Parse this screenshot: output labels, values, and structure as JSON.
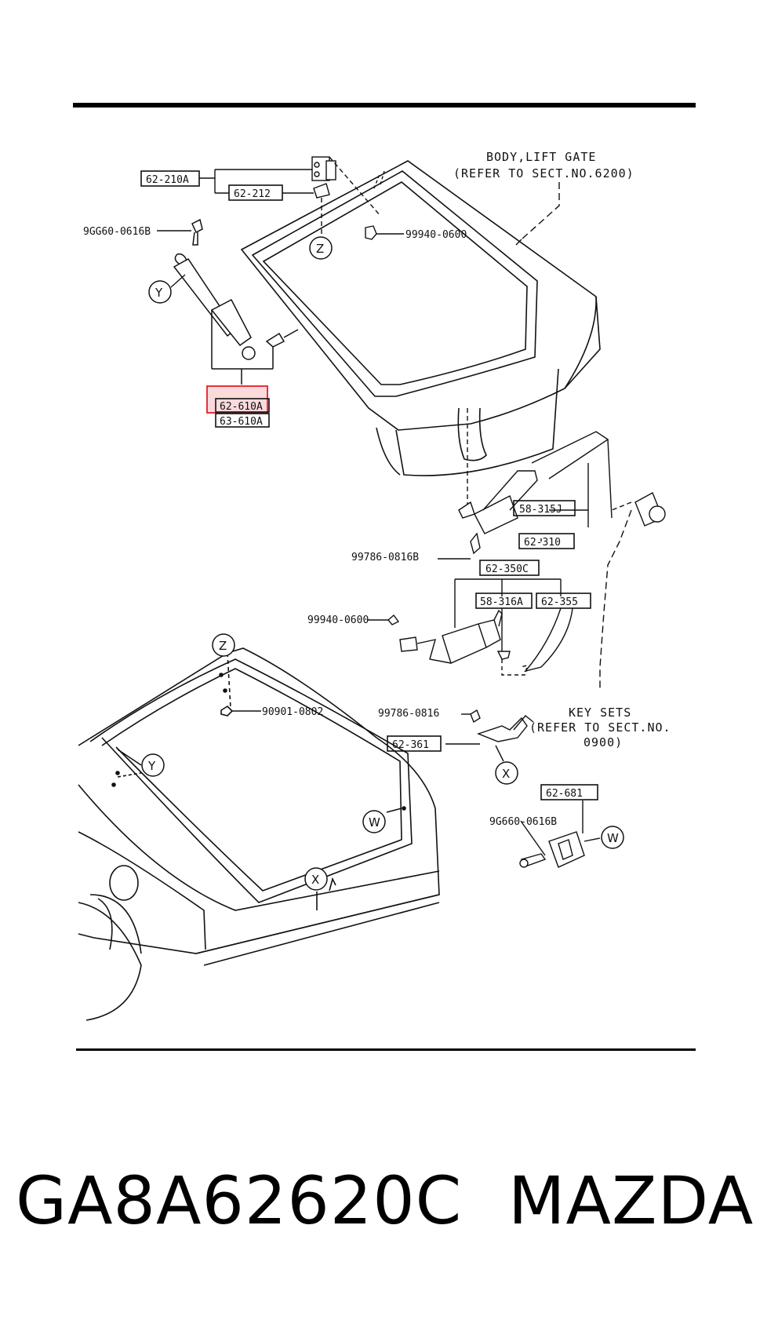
{
  "callouts": {
    "body_lift_gate": [
      "BODY,LIFT GATE",
      "(REFER TO SECT.NO.6200)"
    ],
    "key_sets": [
      "KEY SETS",
      "(REFER TO SECT.NO.",
      "0900)"
    ]
  },
  "parts": {
    "p62_210A": "62-210A",
    "p62_212": "62-212",
    "p9GG60_0616B": "9GG60-0616B",
    "p99940_0600_top": "99940-0600",
    "p62_610A": "62-610A",
    "p63_610A": "63-610A",
    "p58_315J": "58-315J",
    "p62_310": "62-310",
    "p99786_0816B": "99786-0816B",
    "p62_350C": "62-350C",
    "p58_316A": "58-316A",
    "p62_355": "62-355",
    "p99940_0600_mid": "99940-0600",
    "p90901_0802": "90901-0802",
    "p99786_0816": "99786-0816",
    "p62_361": "62-361",
    "p62_681": "62-681",
    "p9G660_0616B": "9G660-0616B"
  },
  "markers": {
    "Z": "Z",
    "Y": "Y",
    "X": "X",
    "W": "W"
  },
  "highlight_color": "#e8323c",
  "footer": {
    "part_number": "GA8A62620C",
    "brand": "MAZDA"
  }
}
